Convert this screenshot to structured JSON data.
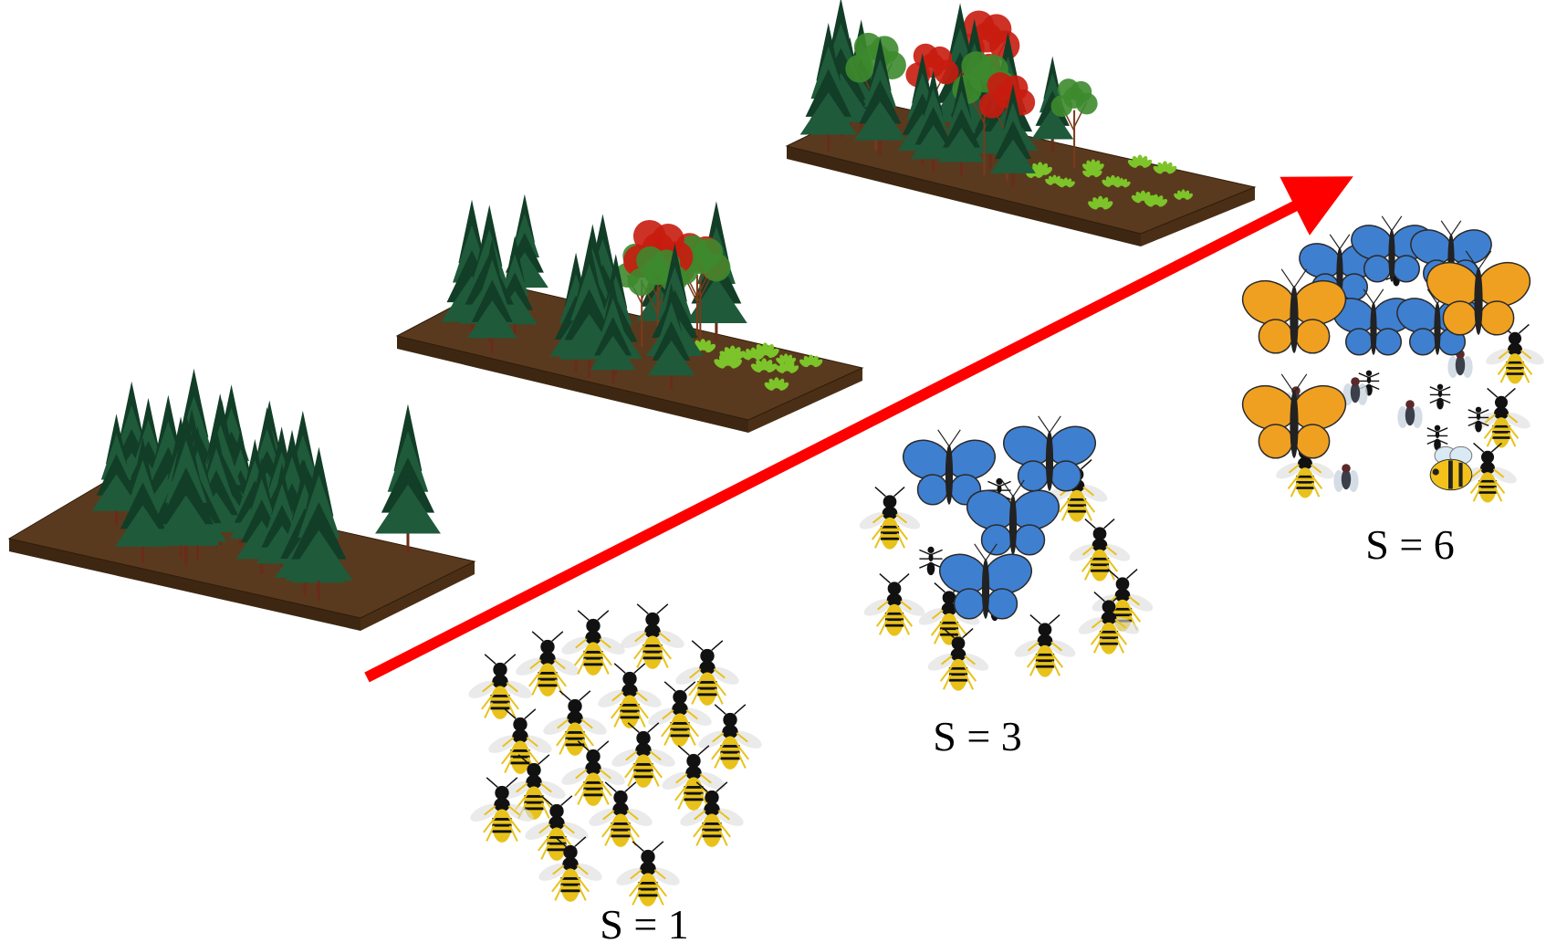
{
  "figure": {
    "stages": [
      {
        "id": "low",
        "forest": "conifer-only",
        "insects": [
          "wasp"
        ],
        "label": "S = 1"
      },
      {
        "id": "medium",
        "forest": "conifer-and-broadleaf",
        "insects": [
          "wasp",
          "blue-butterfly",
          "ant"
        ],
        "label": "S = 3"
      },
      {
        "id": "high",
        "forest": "mixed-diverse",
        "insects": [
          "wasp",
          "blue-butterfly",
          "ant",
          "monarch-butterfly",
          "fly",
          "bee"
        ],
        "label": "S = 6"
      }
    ],
    "arrow": {
      "color": "#ff0000",
      "meaning": "increasing-diversity"
    }
  },
  "colors": {
    "soil_top": "#5a3a1e",
    "soil_side": "#3e2712",
    "conifer": "#1f5a3a",
    "conifer_dark": "#123d27",
    "broadleaf_green": "#3d8a2e",
    "broadleaf_red": "#c81c10",
    "shrub": "#7cc42a",
    "wasp_yellow": "#e8c21a",
    "wasp_black": "#111111",
    "blue_wing": "#3f7fd0",
    "orange_wing": "#f0a020"
  }
}
